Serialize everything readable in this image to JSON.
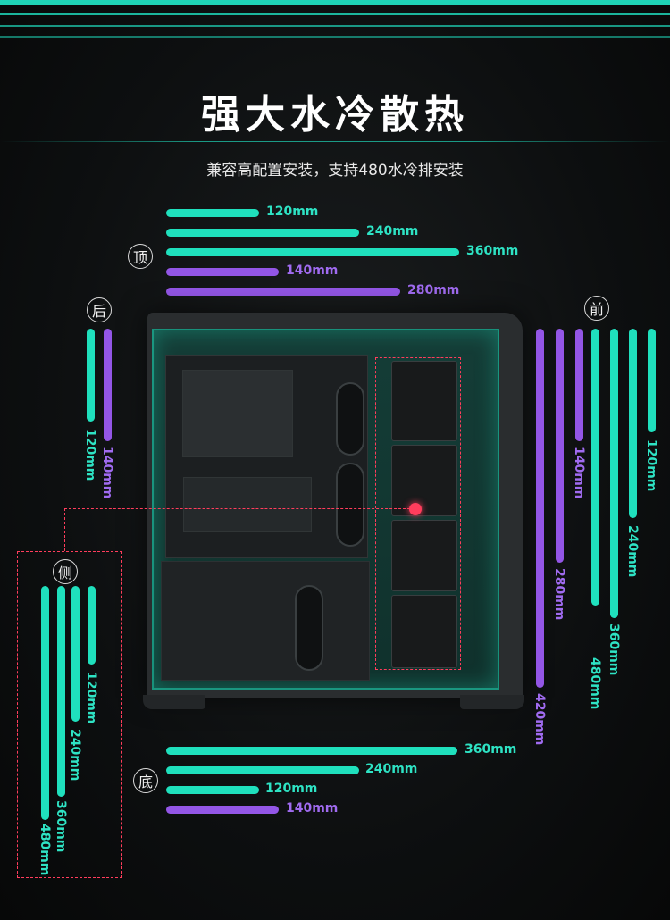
{
  "header": {
    "title": "强大水冷散热",
    "subtitle": "兼容高配置安装，支持480水冷排安装"
  },
  "colors": {
    "teal": "#1fe0bd",
    "purple": "#9356e6",
    "highlight": "#ff3d5c"
  },
  "positions": {
    "top": "顶",
    "rear": "后",
    "front": "前",
    "side": "侧",
    "bottom": "底"
  },
  "top": {
    "bars": [
      {
        "label": "120mm",
        "color": "teal"
      },
      {
        "label": "240mm",
        "color": "teal"
      },
      {
        "label": "360mm",
        "color": "teal"
      },
      {
        "label": "140mm",
        "color": "purple"
      },
      {
        "label": "280mm",
        "color": "purple"
      }
    ]
  },
  "rear": {
    "bars": [
      {
        "label": "120mm",
        "color": "teal"
      },
      {
        "label": "140mm",
        "color": "purple"
      }
    ]
  },
  "front": {
    "bars": [
      {
        "label": "420mm",
        "color": "purple"
      },
      {
        "label": "280mm",
        "color": "purple"
      },
      {
        "label": "140mm",
        "color": "purple"
      },
      {
        "label": "480mm",
        "color": "teal"
      },
      {
        "label": "360mm",
        "color": "teal"
      },
      {
        "label": "240mm",
        "color": "teal"
      },
      {
        "label": "120mm",
        "color": "teal"
      }
    ]
  },
  "side": {
    "bars": [
      {
        "label": "480mm",
        "color": "teal"
      },
      {
        "label": "360mm",
        "color": "teal"
      },
      {
        "label": "240mm",
        "color": "teal"
      },
      {
        "label": "120mm",
        "color": "teal"
      }
    ]
  },
  "bottom": {
    "bars": [
      {
        "label": "360mm",
        "color": "teal"
      },
      {
        "label": "240mm",
        "color": "teal"
      },
      {
        "label": "120mm",
        "color": "teal"
      },
      {
        "label": "140mm",
        "color": "purple"
      }
    ]
  }
}
